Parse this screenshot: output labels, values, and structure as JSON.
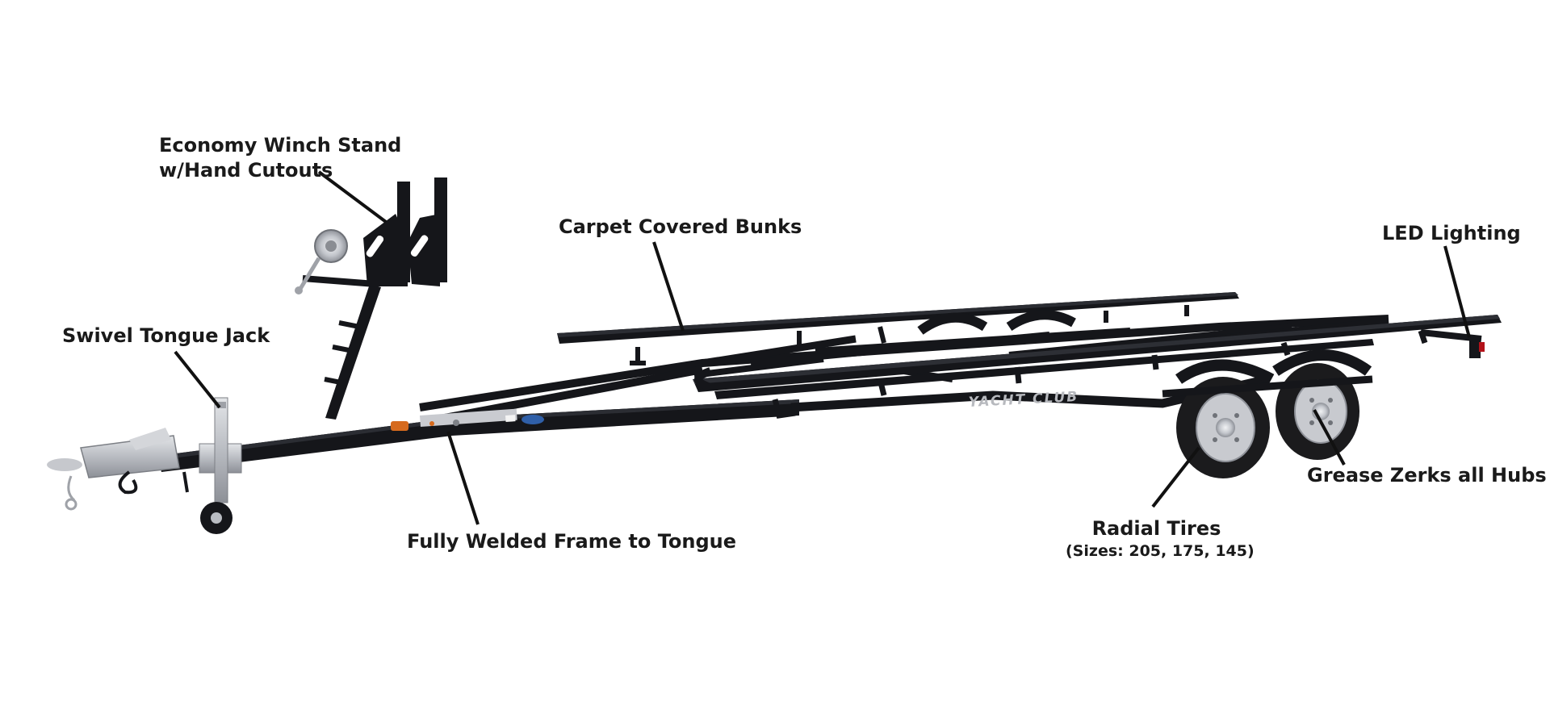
{
  "callouts": {
    "winch_stand_line1": "Economy Winch Stand",
    "winch_stand_line2": "w/Hand Cutouts",
    "carpet_bunks": "Carpet Covered Bunks",
    "led_lighting": "LED Lighting",
    "tongue_jack": "Swivel Tongue Jack",
    "welded_frame": "Fully Welded Frame to Tongue",
    "radial_tires": "Radial Tires",
    "tire_sizes": "(Sizes: 205, 175, 145)",
    "grease_zerks": "Grease Zerks all Hubs"
  },
  "branding": {
    "frame_decal": "YACHT CLUB"
  },
  "colors": {
    "frame": "#15161a",
    "frame_highlight": "#2b2d33",
    "steel": "#b9bcc2",
    "tire": "#1b1b1d",
    "wheel": "#c8cacf",
    "reflector_amber": "#d66a1e",
    "tail_light_red": "#b3121a",
    "leader_line": "#111111"
  }
}
